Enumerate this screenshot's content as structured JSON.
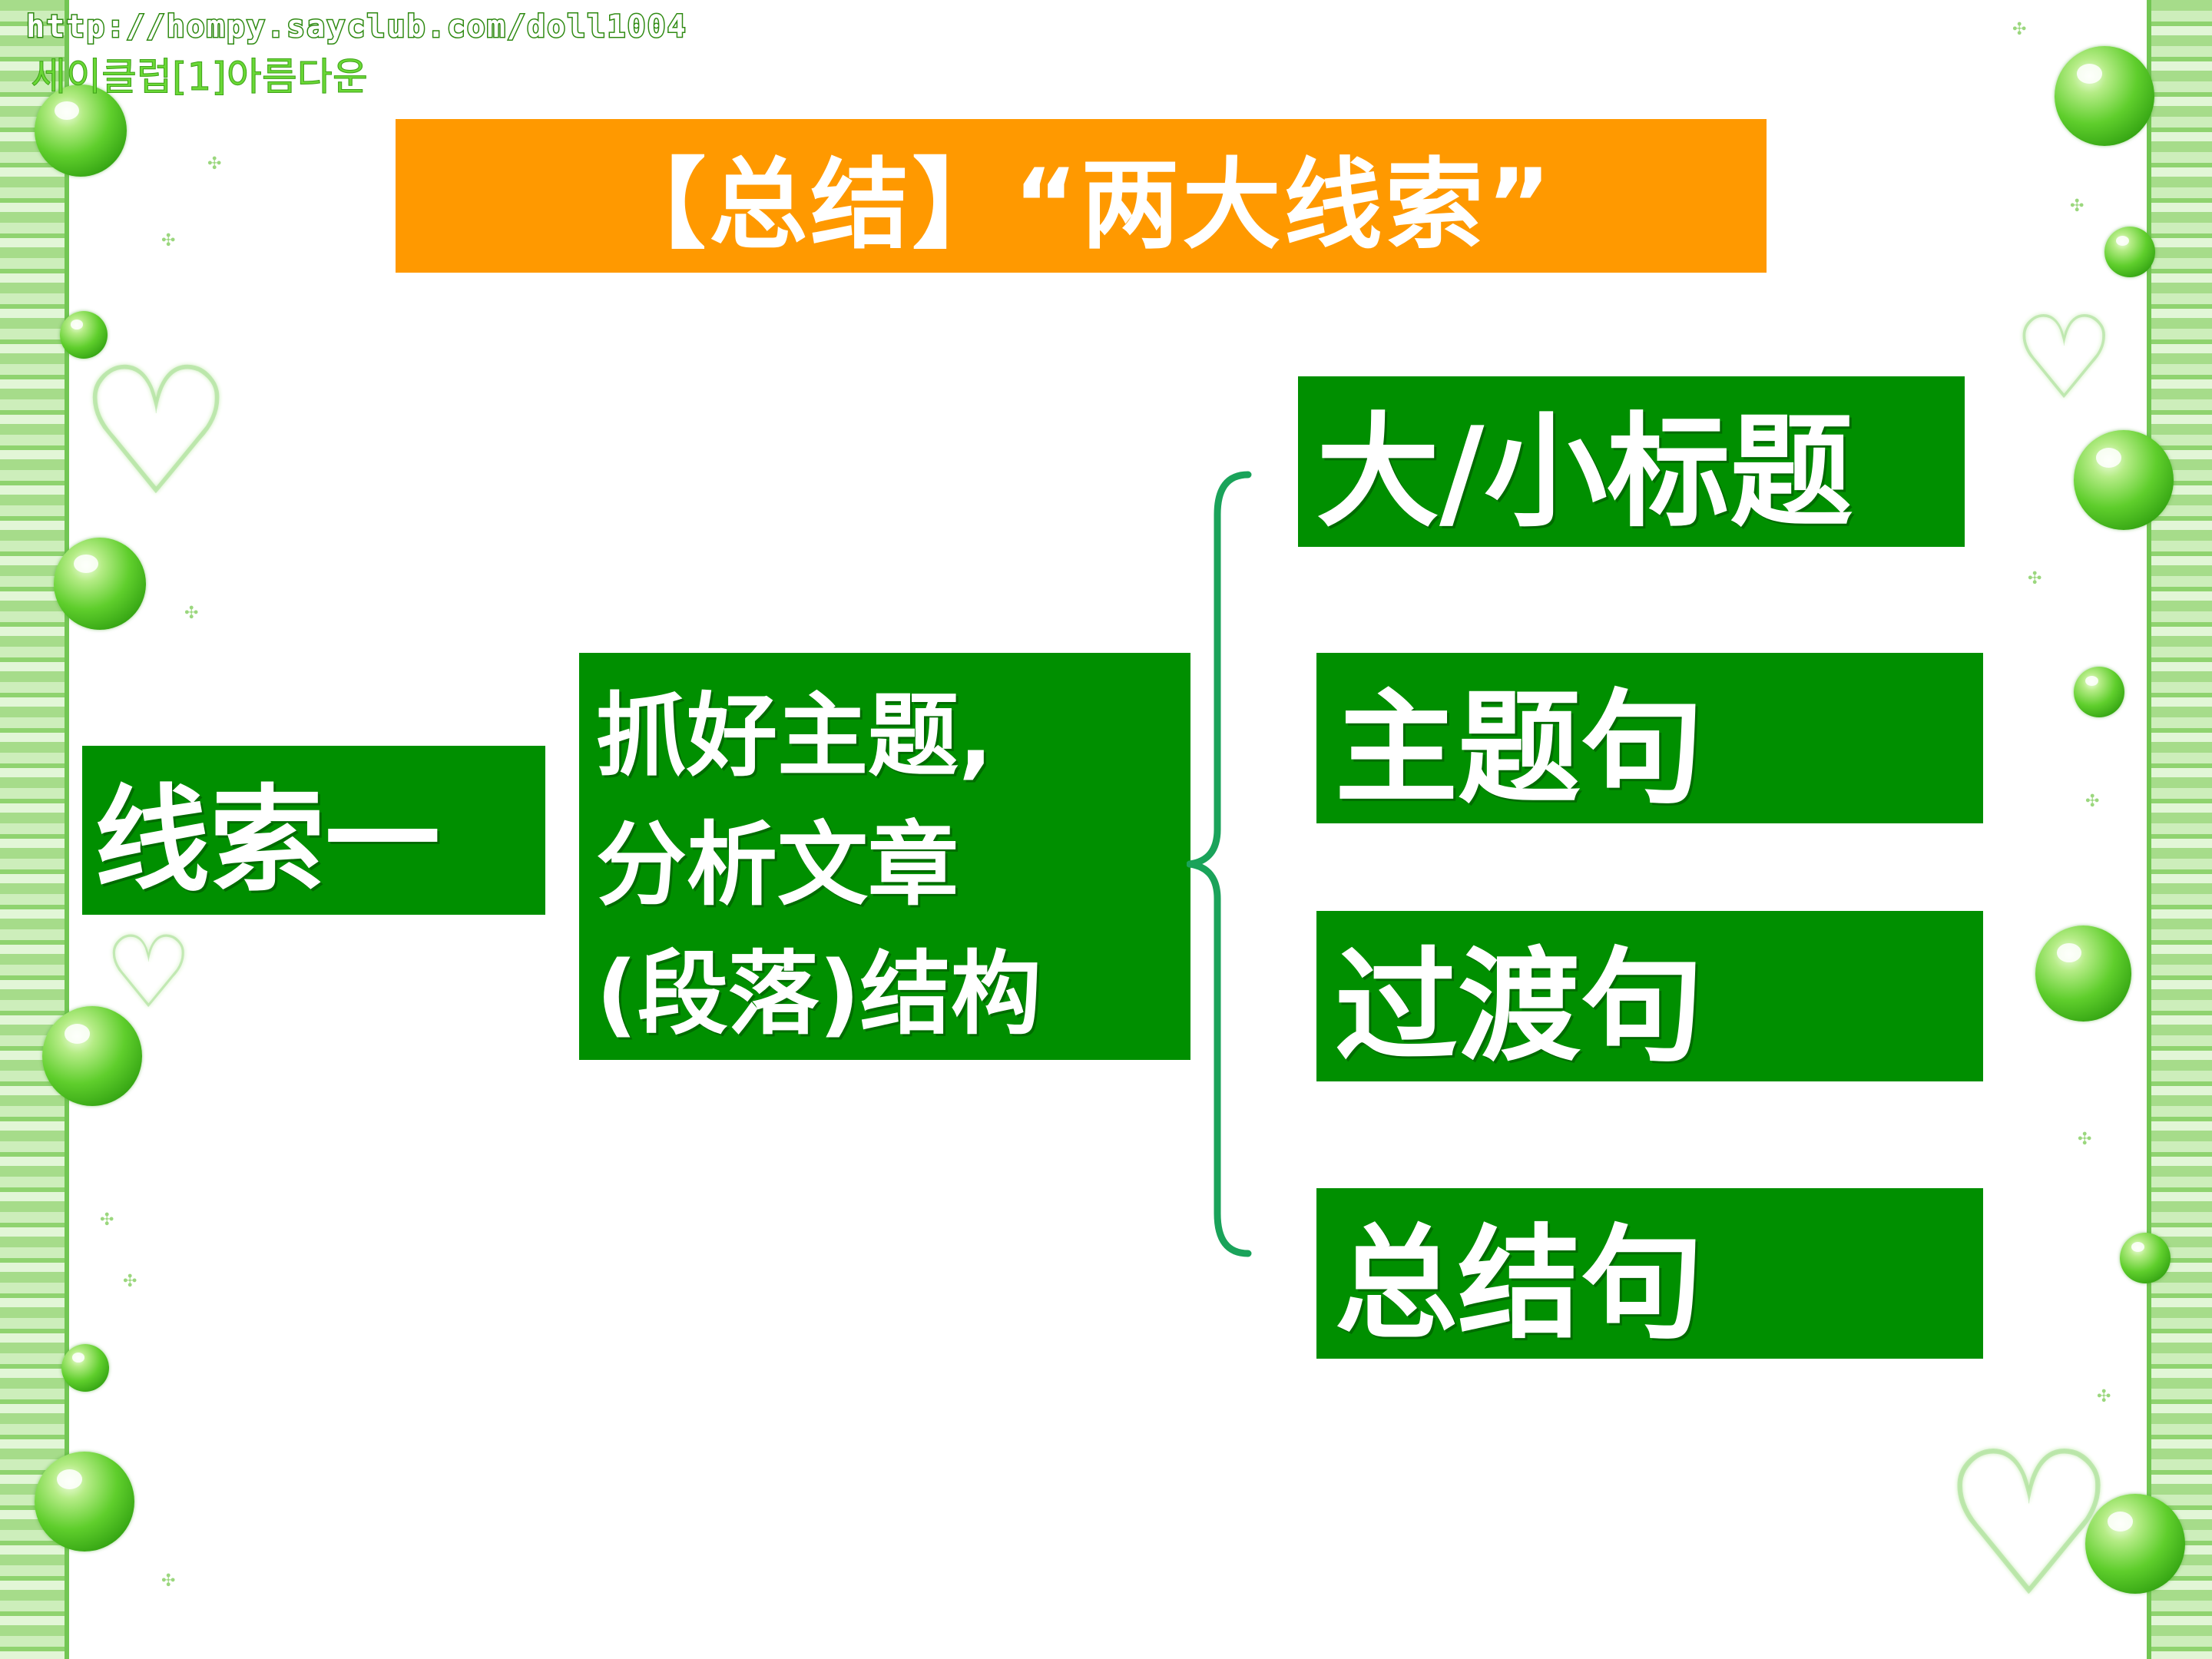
{
  "header": {
    "url": "http://hompy.sayclub.com/doll1004",
    "korean_caption": "세이클럽[1]아름다운"
  },
  "title": "【总结】“两大线索”",
  "diagram": {
    "root": "线索一",
    "middle": {
      "line1": "抓好主题,",
      "line2": "分析文章",
      "line3": "(段落)结构"
    },
    "leaves": [
      "大/小标题",
      "主题句",
      "过渡句",
      "总结句"
    ]
  },
  "colors": {
    "title_bg": "#ff9900",
    "box_bg": "#008f00",
    "brace": "#1aa35a",
    "text": "#ffffff"
  }
}
